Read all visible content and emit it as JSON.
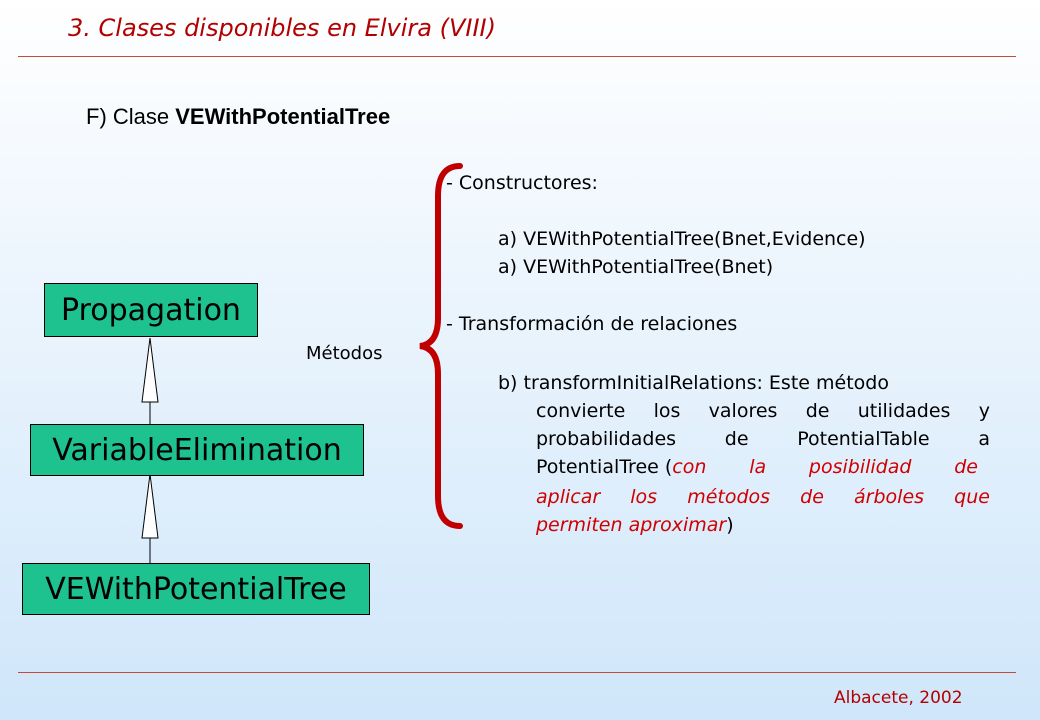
{
  "header": {
    "title": "3. Clases disponibles en Elvira (VIII)"
  },
  "section": {
    "prefix": "F) Clase",
    "class_name": "VEWithPotentialTree"
  },
  "diagram": {
    "boxes": [
      "Propagation",
      "VariableElimination",
      "VEWithPotentialTree"
    ],
    "methods_label": "Métodos"
  },
  "content": {
    "constructors_heading": "- Constructores:",
    "constructor_1": "a) VEWithPotentialTree(Bnet,Evidence)",
    "constructor_2": "a) VEWithPotentialTree(Bnet)",
    "transform_heading": "- Transformación de relaciones",
    "method_line1": "b) transformInitialRelations: Este método",
    "method_line2": [
      "convierte",
      "los",
      "valores",
      "de",
      "utilidades",
      "y"
    ],
    "method_line3": [
      "probabilidades",
      "de",
      "PotentialTable",
      "a"
    ],
    "method_line4_prefix": "PotentialTree (",
    "method_line4_red": [
      "con",
      "la",
      "posibilidad",
      "de"
    ],
    "method_line5_red": [
      "aplicar",
      "los",
      "métodos",
      "de",
      "árboles",
      "que"
    ],
    "method_line6_red": "permiten aproximar",
    "method_line6_suffix": ")"
  },
  "footer": {
    "text": "Albacete, 2002"
  },
  "colors": {
    "title_red": "#b30000",
    "box_green": "#1dc28f",
    "brace_red": "#c00000",
    "italic_red": "#d00000"
  }
}
